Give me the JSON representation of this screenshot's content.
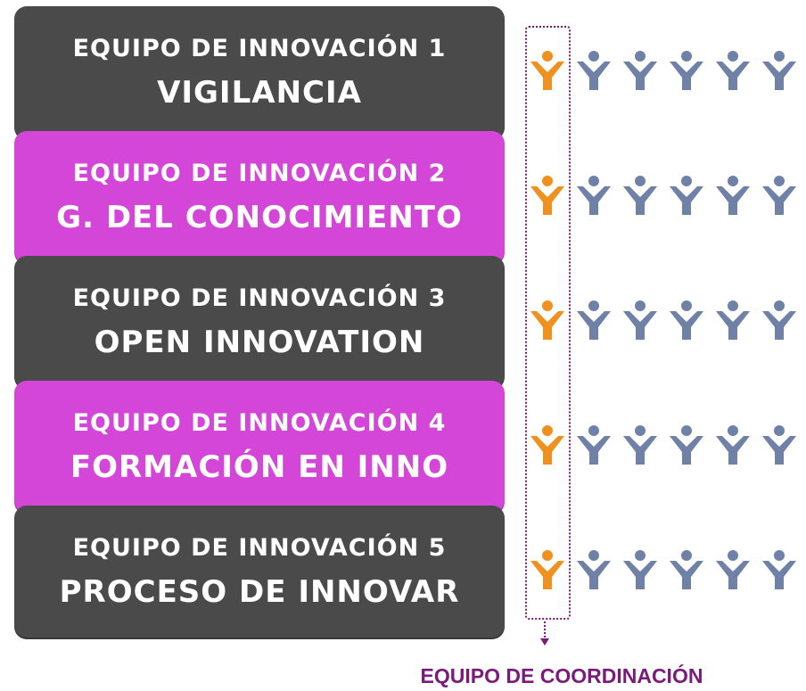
{
  "teams": [
    {
      "number_label": "EQUIPO DE INNOVACIÓN 1",
      "name": "VIGILANCIA",
      "style": "dark"
    },
    {
      "number_label": "EQUIPO DE INNOVACIÓN 2",
      "name": "G. DEL CONOCIMIENTO",
      "style": "pink"
    },
    {
      "number_label": "EQUIPO DE INNOVACIÓN 3",
      "name": "OPEN INNOVATION",
      "style": "dark"
    },
    {
      "number_label": "EQUIPO DE INNOVACIÓN 4",
      "name": "FORMACIÓN EN INNO",
      "style": "pink"
    },
    {
      "number_label": "EQUIPO DE INNOVACIÓN 5",
      "name": "PROCESO DE INNOVAR",
      "style": "dark"
    }
  ],
  "members_per_row": 6,
  "coordinator_label": "EQUIPO DE COORDINACIÓN",
  "colors": {
    "dark_card": "#4a4a4a",
    "pink_card": "#d346d7",
    "coordinator_person": "#f0901e",
    "member_person": "#6f81a6",
    "coordination_accent": "#7a1a7a"
  },
  "icons": {
    "coordinator": "person-icon-orange",
    "member": "person-icon-blue"
  }
}
